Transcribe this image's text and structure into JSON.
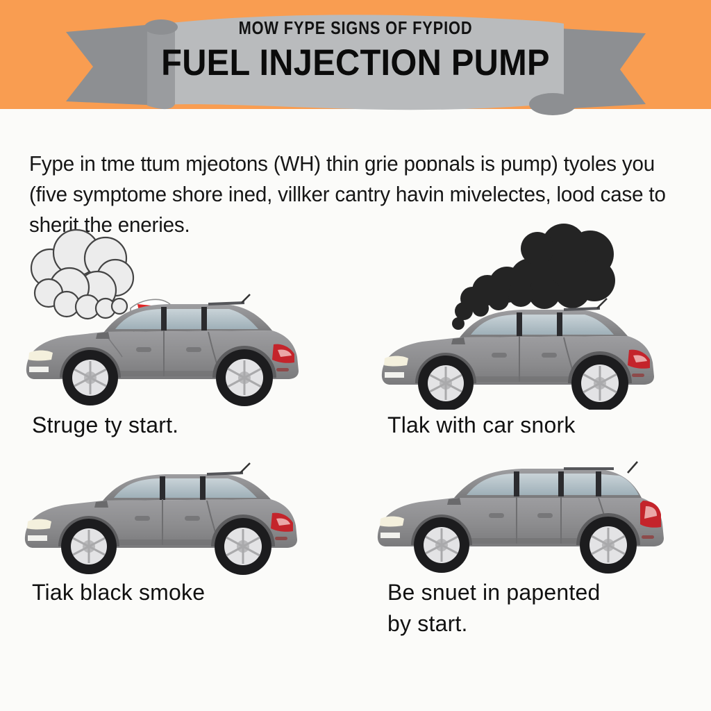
{
  "header": {
    "background_color": "#f99d51",
    "banner_color": "#b9bbbd",
    "banner_shadow_color": "#8d8f92",
    "kicker": "MOW FYPE SIGNS OF FYPIOD",
    "title": "FUEL INJECTION PUMP"
  },
  "intro": {
    "paragraph": "Fype in tme ttum mjeotons (WH) thin grie poɒnals is pump) tyoles you (five symptome shore ined, villker cantry havin mivelectes, lood case to sherit the eneries."
  },
  "cards": [
    {
      "id": "hard-to-start",
      "caption": "Struge ty start.",
      "icon": "car-with-white-steam-icon",
      "vehicle": "sedan",
      "smoke": "white",
      "accent_color": "#e02525",
      "car_body_color": "#8c8c8e"
    },
    {
      "id": "engine-noise",
      "caption": "Tlak with car snork",
      "icon": "car-with-black-smoke-icon",
      "vehicle": "sedan",
      "smoke": "black",
      "smoke_color": "#242424",
      "car_body_color": "#8c8c8e"
    },
    {
      "id": "black-smoke",
      "caption": "Tiak black smoke",
      "icon": "plain-sedan-icon",
      "vehicle": "sedan",
      "smoke": "none",
      "car_body_color": "#8c8c8e"
    },
    {
      "id": "stalling",
      "caption": "Be snuet in papented\nby start.",
      "icon": "plain-hatchback-icon",
      "vehicle": "hatchback",
      "smoke": "none",
      "car_body_color": "#8c8c8e"
    }
  ]
}
